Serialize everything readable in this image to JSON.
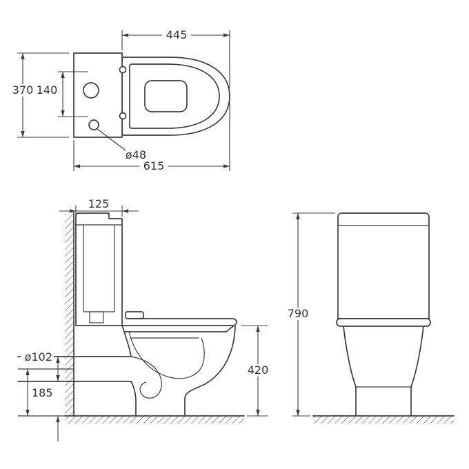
{
  "colors": {
    "line": "#3c3c3c",
    "text": "#333333",
    "background": "#ffffff"
  },
  "top_view": {
    "seat_length": "445",
    "overall_width": "370",
    "holes_spacing": "140",
    "hole_diameter": "ø48",
    "overall_depth": "615"
  },
  "side_view": {
    "tank_depth": "125",
    "outlet_diameter": "ø102",
    "outlet_height": "185",
    "bowl_height": "420"
  },
  "front_view": {
    "overall_height": "790"
  }
}
